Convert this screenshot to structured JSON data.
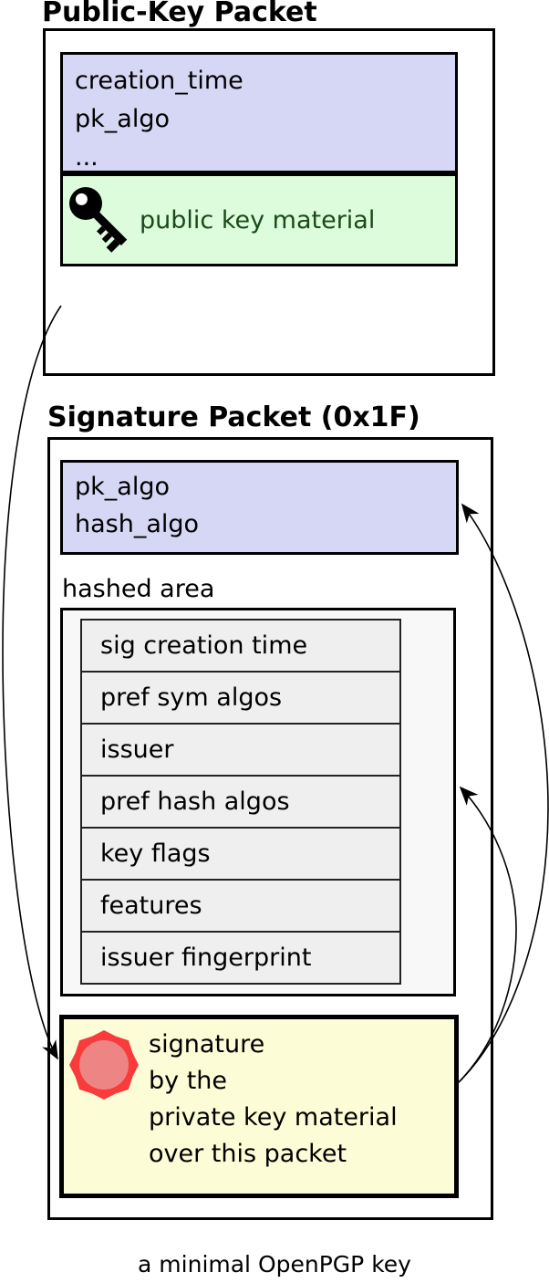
{
  "public_key_packet": {
    "title": "Public-Key Packet",
    "fields": [
      "creation_time",
      "pk_algo",
      "..."
    ],
    "key_material_label": "public key material"
  },
  "signature_packet": {
    "title": "Signature Packet (0x1F)",
    "fields": [
      "pk_algo",
      "hash_algo"
    ],
    "hashed_area_label": "hashed area",
    "subpackets": [
      "sig creation time",
      "pref sym algos",
      "issuer",
      "pref hash algos",
      "key flags",
      "features",
      "issuer fingerprint"
    ],
    "signature_lines": [
      "signature",
      "by the",
      "private key material",
      "over this packet"
    ]
  },
  "caption": "a minimal OpenPGP key",
  "colors": {
    "line": "#000000",
    "field_box": "#d6d6f5",
    "key_material_box": "#dcfcdc",
    "key_material_text": "#1a4a1a",
    "hashed_area_box": "#f8f8f8",
    "subpacket_row": "#efefef",
    "signature_box": "#fcfcd6",
    "seal_outer": "#f93b3b",
    "seal_inner": "#ee8585"
  },
  "icons": {
    "public_key_material": "key-icon",
    "signature_seal": "wax-seal-icon"
  }
}
